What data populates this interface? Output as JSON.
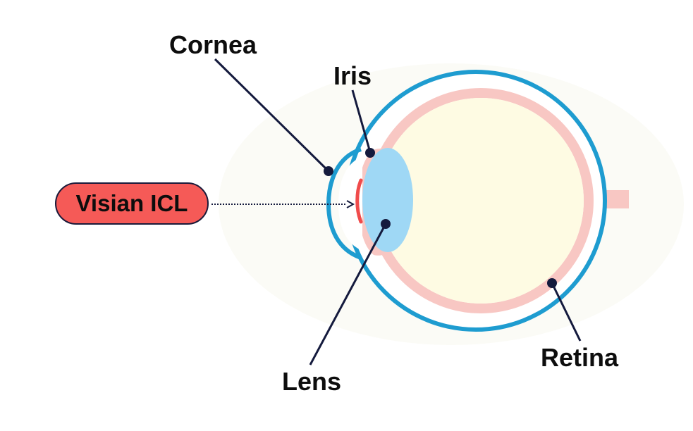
{
  "labels": {
    "cornea": "Cornea",
    "iris": "Iris",
    "lens": "Lens",
    "retina": "Retina",
    "implant": "Visian ICL"
  },
  "colors": {
    "outline": "#1e9cd0",
    "retina_band": "#f8c7c3",
    "vitreous": "#fefbe3",
    "lens_fill": "#9fd8f5",
    "implant_pill": "#f55a57",
    "implant_arc": "#f04b4b",
    "leader_line": "#141a3d",
    "optic_nerve": "#f8c7c3"
  }
}
